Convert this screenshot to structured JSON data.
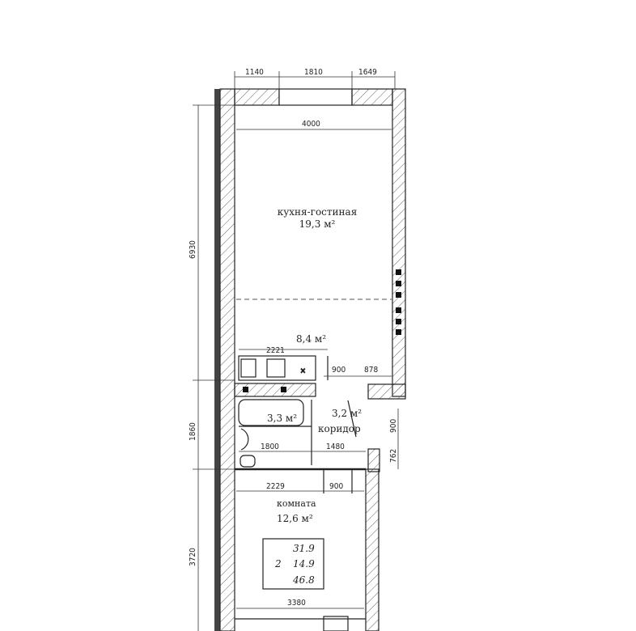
{
  "rooms": {
    "kitchen_living": {
      "name": "кухня-гостиная",
      "area": "19,3 м²"
    },
    "kitchen_zone": {
      "area": "8,4 м²"
    },
    "bathroom": {
      "area": "3,3 м²"
    },
    "corridor": {
      "name": "коридор",
      "area": "3,2 м²"
    },
    "room": {
      "name": "комната",
      "area": "12,6 м²"
    }
  },
  "dimensions": {
    "top_1": "1140",
    "top_2": "1810",
    "top_3": "1649",
    "kitchen_width": "4000",
    "left_kitchen": "6930",
    "left_mid": "1860",
    "left_room": "3720",
    "counter": "2221",
    "door_900_a": "900",
    "corridor_878": "878",
    "door_900_vert": "900",
    "side_762": "762",
    "bath_1800": "1800",
    "corridor_1480": "1480",
    "room_2229": "2229",
    "door_900_b": "900",
    "room_width": "3380"
  },
  "summary_box": {
    "living_area": "31.9",
    "rooms": "2",
    "aux_area": "14.9",
    "total_area": "46.8"
  },
  "colors": {
    "line": "#222222",
    "hatch": "#555555"
  }
}
